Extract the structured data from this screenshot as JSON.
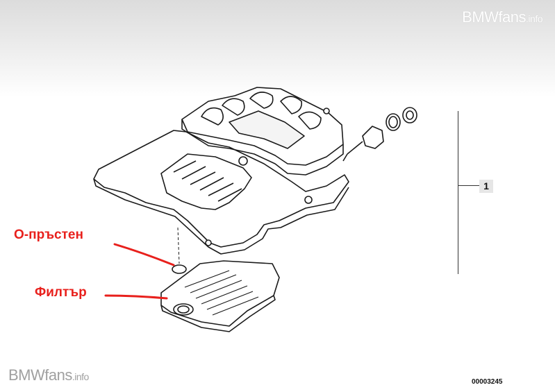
{
  "watermark": {
    "top_brand": "BMWfans",
    "top_suffix": ".info",
    "bottom_brand": "BMWfans",
    "bottom_suffix": ".info"
  },
  "diagram": {
    "callout_number": "1",
    "diagram_code": "00003245"
  },
  "annotations": {
    "oring_label": "О-пръстен",
    "filter_label": "Филтър"
  },
  "colors": {
    "annotation_red": "#e8201c",
    "linework": "#1a1a1a",
    "callout_box": "#e6e6e6"
  }
}
